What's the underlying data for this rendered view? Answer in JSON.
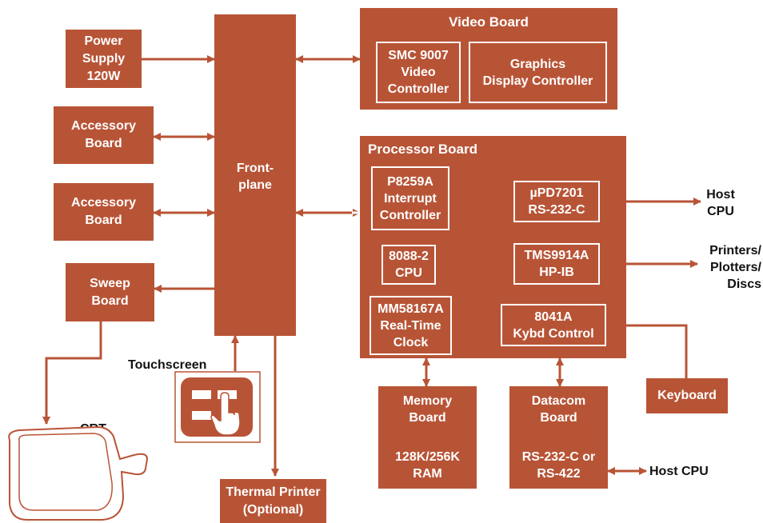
{
  "colors": {
    "block": "#b85436",
    "text_on_block": "#ffffff",
    "outline": "#b85436",
    "ext_text": "#111111"
  },
  "blocks": {
    "power_supply": "Power\nSupply\n120W",
    "accessory_board_1": "Accessory\nBoard",
    "accessory_board_2": "Accessory\nBoard",
    "sweep_board": "Sweep\nBoard",
    "frontplane": "Front-\nplane",
    "keyboard": "Keyboard",
    "thermal_printer": "Thermal Printer\n(Optional)"
  },
  "video_board": {
    "title": "Video Board",
    "video_controller": "SMC 9007\nVideo\nController",
    "graphics_controller": "Graphics\nDisplay Controller"
  },
  "processor_board": {
    "title": "Processor Board",
    "interrupt_controller": "P8259A\nInterrupt\nController",
    "cpu": "8088-2\nCPU",
    "clock": "MM58167A\nReal-Time\nClock",
    "serial": "µPD7201\nRS-232-C",
    "hpib": "TMS9914A\nHP-IB",
    "kybd_control": "8041A\nKybd Control"
  },
  "memory_board": {
    "title": "Memory\nBoard",
    "detail": "128K/256K\nRAM"
  },
  "datacom_board": {
    "title": "Datacom\nBoard",
    "detail": "RS-232-C or\nRS-422"
  },
  "external": {
    "host_cpu_top": "Host\nCPU",
    "printers": "Printers/\nPlotters/\nDiscs",
    "host_cpu_bottom": "Host CPU",
    "touchscreen": "Touchscreen",
    "crt": "CRT"
  },
  "icons": {
    "touchscreen": "touchscreen-hand-icon",
    "crt": "crt-monitor-icon"
  }
}
